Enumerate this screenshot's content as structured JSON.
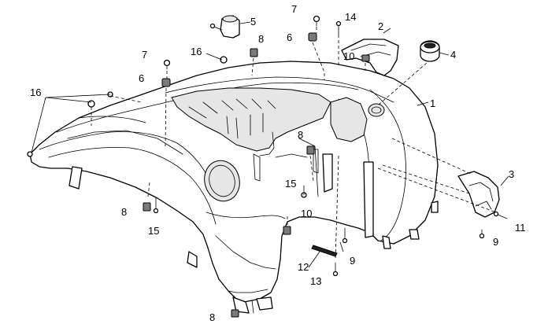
{
  "callouts": [
    {
      "id": "c1",
      "text": "1"
    },
    {
      "id": "c2",
      "text": "2"
    },
    {
      "id": "c3",
      "text": "3"
    },
    {
      "id": "c4",
      "text": "4"
    },
    {
      "id": "c5",
      "text": "5"
    },
    {
      "id": "c6a",
      "text": "6"
    },
    {
      "id": "c6b",
      "text": "6"
    },
    {
      "id": "c7a",
      "text": "7"
    },
    {
      "id": "c7b",
      "text": "7"
    },
    {
      "id": "c8a",
      "text": "8"
    },
    {
      "id": "c8b",
      "text": "8"
    },
    {
      "id": "c8c",
      "text": "8"
    },
    {
      "id": "c8d",
      "text": "8"
    },
    {
      "id": "c9a",
      "text": "9"
    },
    {
      "id": "c9b",
      "text": "9"
    },
    {
      "id": "c10a",
      "text": "10"
    },
    {
      "id": "c10b",
      "text": "10"
    },
    {
      "id": "c11",
      "text": "11"
    },
    {
      "id": "c12",
      "text": "12"
    },
    {
      "id": "c13",
      "text": "13"
    },
    {
      "id": "c14",
      "text": "14"
    },
    {
      "id": "c15a",
      "text": "15"
    },
    {
      "id": "c15b",
      "text": "15"
    },
    {
      "id": "c16a",
      "text": "16"
    },
    {
      "id": "c16b",
      "text": "16"
    }
  ]
}
